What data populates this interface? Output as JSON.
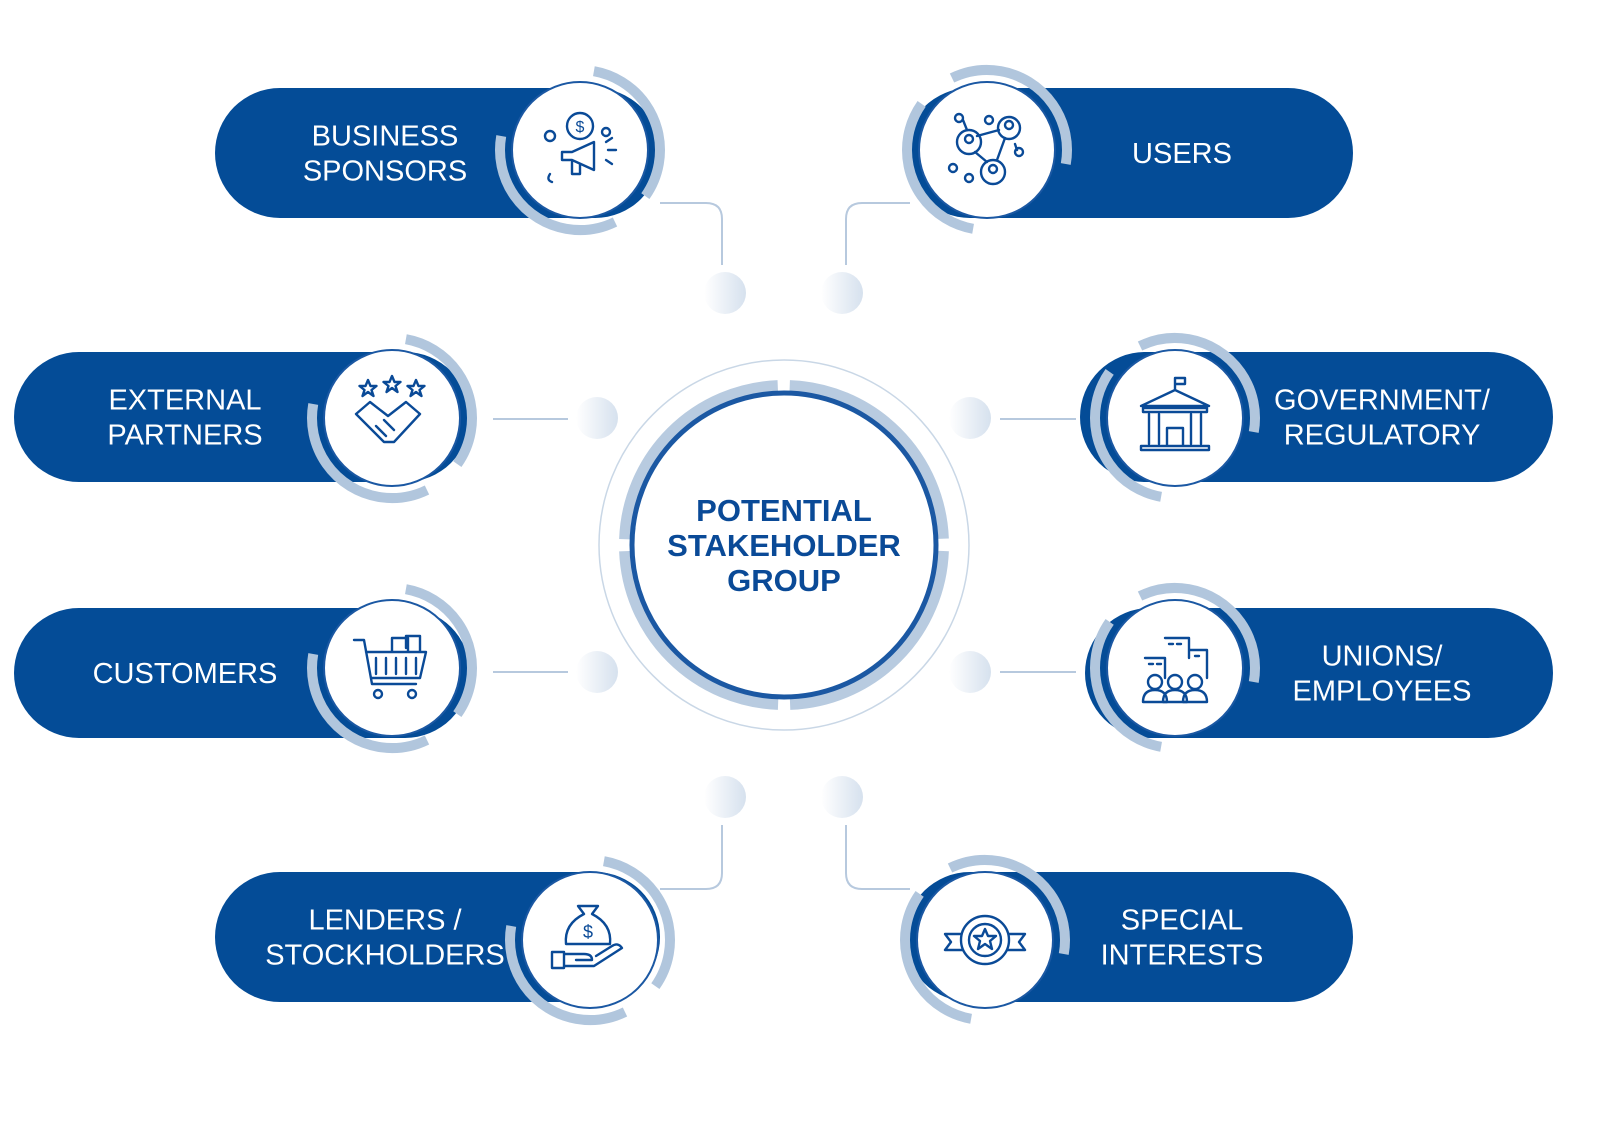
{
  "center": {
    "lines": [
      "POTENTIAL",
      "STAKEHOLDER",
      "GROUP"
    ]
  },
  "colors": {
    "primary": "#044c97",
    "ring": "#b1c6dd",
    "dot": "#e6edf5"
  },
  "nodes": [
    {
      "id": "business-sponsors",
      "lines": [
        "BUSINESS",
        "SPONSORS"
      ],
      "icon": "megaphone-money-icon"
    },
    {
      "id": "users",
      "lines": [
        "USERS"
      ],
      "icon": "user-network-icon"
    },
    {
      "id": "external-partners",
      "lines": [
        "EXTERNAL",
        "PARTNERS"
      ],
      "icon": "handshake-stars-icon"
    },
    {
      "id": "government-regulatory",
      "lines": [
        "GOVERNMENT/",
        "REGULATORY"
      ],
      "icon": "government-building-icon"
    },
    {
      "id": "customers",
      "lines": [
        "CUSTOMERS"
      ],
      "icon": "shopping-cart-icon"
    },
    {
      "id": "unions-employees",
      "lines": [
        "UNIONS/",
        "EMPLOYEES"
      ],
      "icon": "employees-building-icon"
    },
    {
      "id": "lenders-stockholders",
      "lines": [
        "LENDERS /",
        "STOCKHOLDERS"
      ],
      "icon": "money-bag-hand-icon"
    },
    {
      "id": "special-interests",
      "lines": [
        "SPECIAL",
        "INTERESTS"
      ],
      "icon": "star-badge-icon"
    }
  ]
}
